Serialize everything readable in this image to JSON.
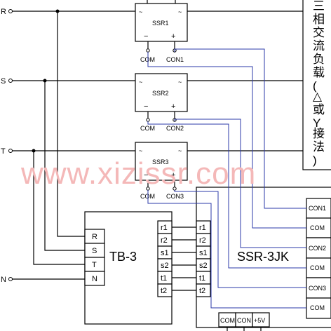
{
  "phases": [
    "R",
    "S",
    "T",
    "N"
  ],
  "ssr": [
    {
      "name": "SSR1",
      "ac_mark": "~",
      "minus": "−",
      "plus": "+",
      "com": "COM",
      "con": "CON1"
    },
    {
      "name": "SSR2",
      "ac_mark": "~",
      "minus": "−",
      "plus": "+",
      "com": "COM",
      "con": "CON2"
    },
    {
      "name": "SSR3",
      "ac_mark": "~",
      "minus": "−",
      "plus": "+",
      "com": "COM",
      "con": "CON3"
    }
  ],
  "load_label_chars": [
    "三",
    "相",
    "交",
    "流",
    "负",
    "载",
    "(",
    "△",
    "或",
    "Y",
    "接",
    "法",
    ")"
  ],
  "tb3": {
    "name": "TB-3",
    "inputs": [
      "R",
      "S",
      "T",
      "N"
    ],
    "outputs": [
      "r1",
      "r2",
      "s1",
      "s2",
      "t1",
      "t2"
    ]
  },
  "ssr3jk": {
    "name": "SSR-3JK",
    "inputs": [
      "r1",
      "r2",
      "s1",
      "s2",
      "t1",
      "t2"
    ],
    "right_terminals": [
      "CON1",
      "COM",
      "CON2",
      "COM",
      "CON3",
      "COM"
    ],
    "bottom_terminals": [
      "COM",
      "CON",
      "+5V"
    ]
  },
  "watermark": "www.xizissr.com"
}
